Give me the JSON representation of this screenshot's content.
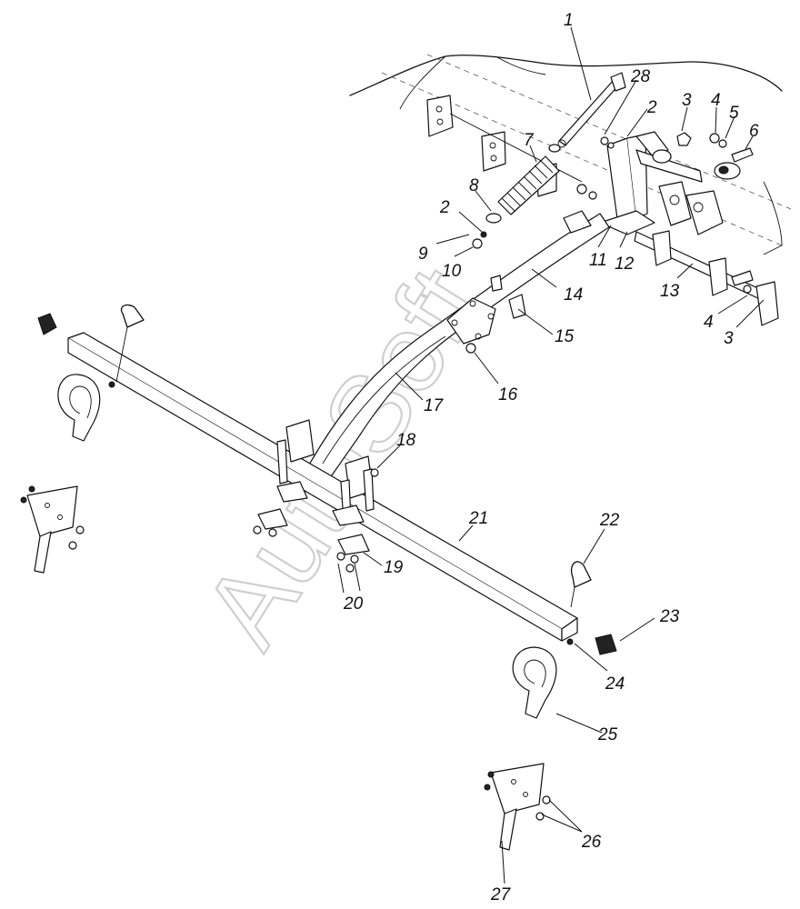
{
  "watermark": "AutoSoft",
  "callouts": [
    "1",
    "28",
    "2",
    "3",
    "4",
    "5",
    "6",
    "7",
    "8",
    "2",
    "9",
    "10",
    "11",
    "12",
    "13",
    "14",
    "4",
    "3",
    "15",
    "16",
    "17",
    "18",
    "21",
    "22",
    "19",
    "20",
    "23",
    "24",
    "25",
    "26",
    "27"
  ]
}
